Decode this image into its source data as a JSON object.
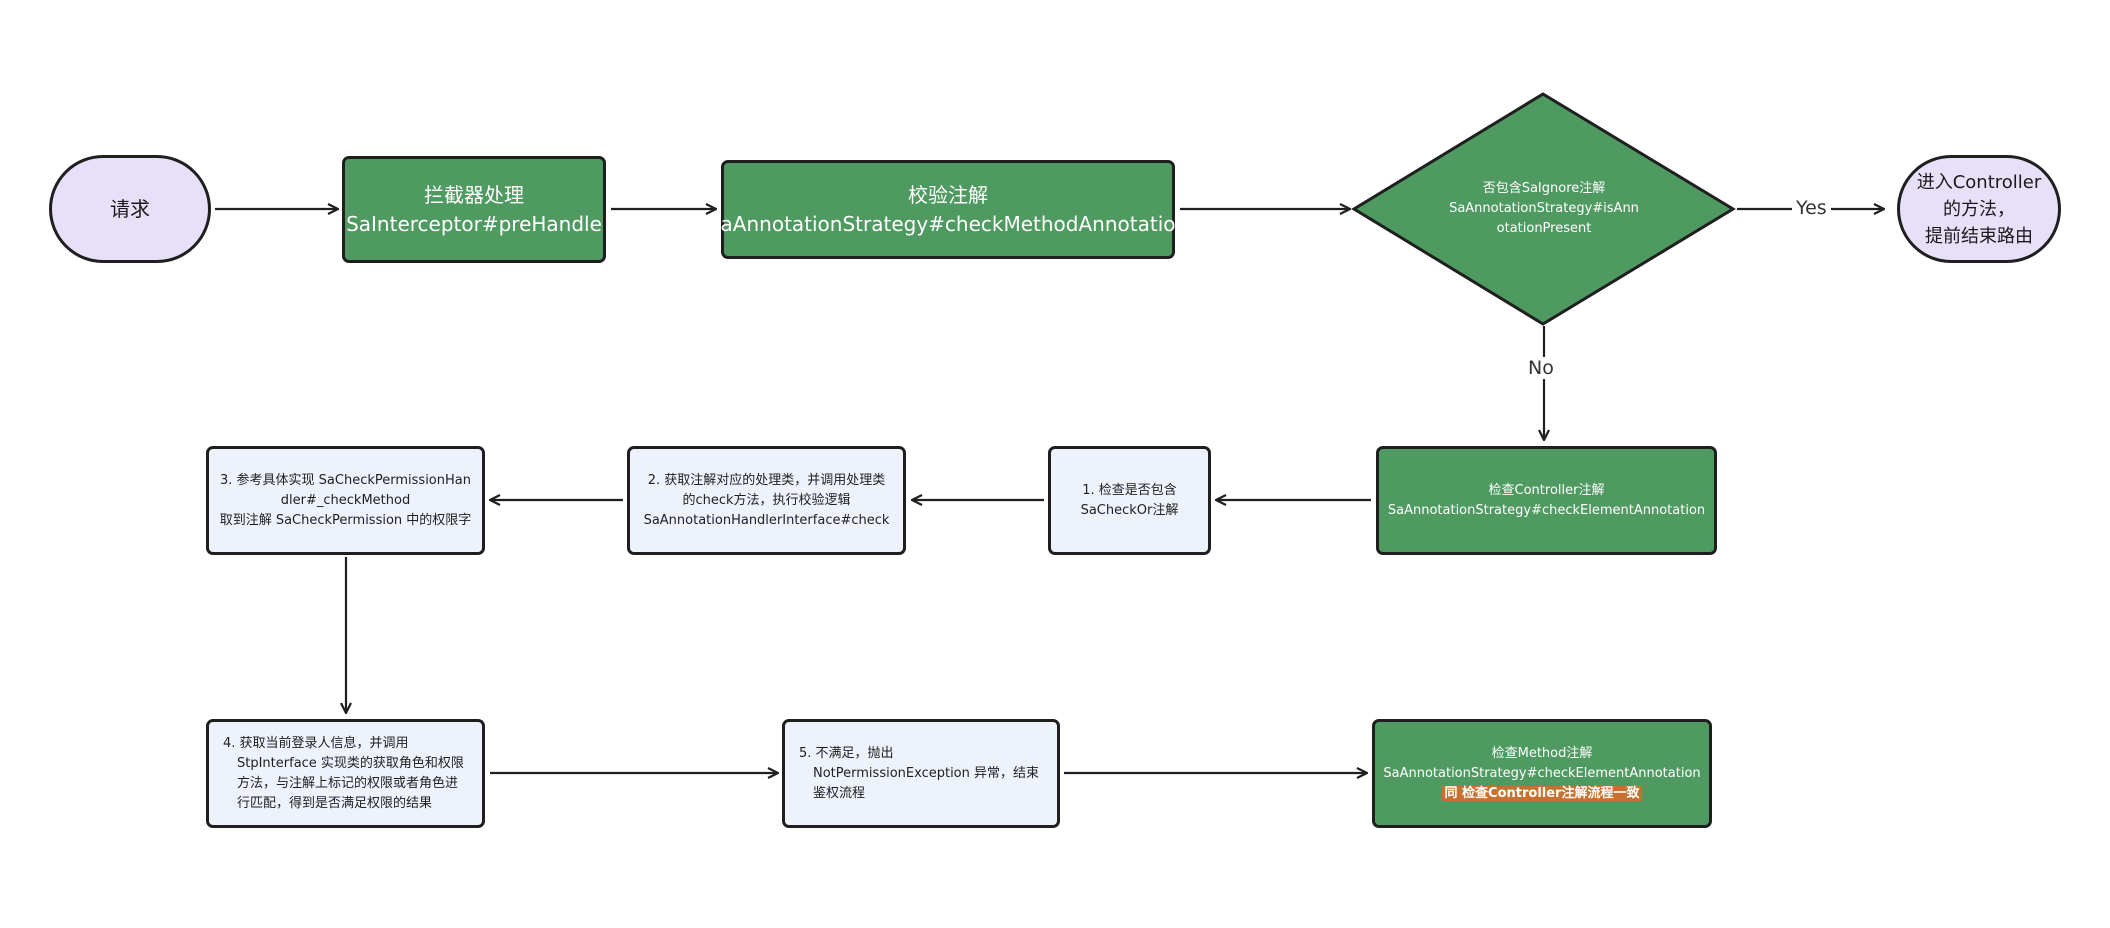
{
  "nodes": {
    "request": {
      "label": "请求"
    },
    "interceptor": {
      "line1": "拦截器处理",
      "line2": "SaInterceptor#preHandle"
    },
    "validate": {
      "line1": "校验注解",
      "line2": "SaAnnotationStrategy#checkMethodAnnotation"
    },
    "decision": {
      "line1": "否包含SaIgnore注解",
      "line2": "SaAnnotationStrategy#isAnn",
      "line3": "otationPresent"
    },
    "enter_controller": {
      "line1": "进入Controller",
      "line2": "的方法，",
      "line3": "提前结束路由"
    },
    "check_controller": {
      "line1": "检查Controller注解",
      "line2": "SaAnnotationStrategy#checkElementAnnotation"
    },
    "step1": {
      "line1": "1. 检查是否包含",
      "line2": "SaCheckOr注解"
    },
    "step2": {
      "line1": "2. 获取注解对应的处理类，并调用处理类",
      "line2": "的check方法，执行校验逻辑",
      "line3": "SaAnnotationHandlerInterface#check"
    },
    "step3": {
      "line1": "3. 参考具体实现 SaCheckPermissionHan",
      "line2": "dler#_checkMethod",
      "line3": "取到注解 SaCheckPermission 中的权限字"
    },
    "step4": {
      "line1": "4. 获取当前登录人信息，并调用",
      "line2": "StpInterface 实现类的获取角色和权限",
      "line3": "方法，与注解上标记的权限或者角色进",
      "line4": "行匹配，得到是否满足权限的结果"
    },
    "step5": {
      "line1": "5. 不满足，抛出",
      "line2": "NotPermissionException 异常，结束",
      "line3": "鉴权流程"
    },
    "check_method": {
      "line1": "检查Method注解",
      "line2": "SaAnnotationStrategy#checkElementAnnotation",
      "highlight": "同 检查Controller注解流程一致"
    }
  },
  "edges": {
    "yes": "Yes",
    "no": "No"
  },
  "colors": {
    "green": "#4f9a61",
    "terminal": "#e8e0f8",
    "light_box": "#eef2fc",
    "highlight": "#c8702e"
  }
}
